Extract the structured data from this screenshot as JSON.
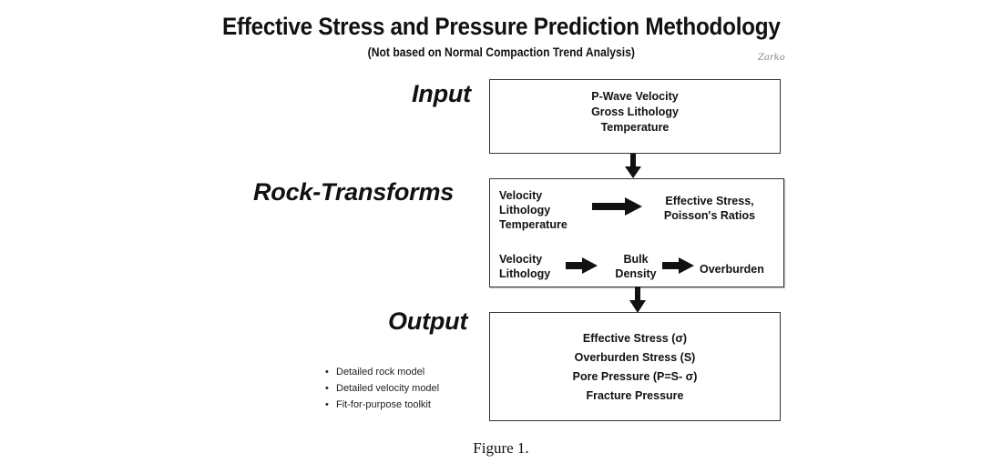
{
  "title": "Effective Stress and Pressure Prediction Methodology",
  "subtitle": "(Not based on Normal Compaction Trend Analysis)",
  "signature": "Zarko",
  "stages": {
    "input": {
      "label": "Input",
      "items": [
        "P-Wave Velocity",
        "Gross Lithology",
        "Temperature"
      ]
    },
    "rock_transforms": {
      "label": "Rock-Transforms",
      "row1": {
        "inputs": [
          "Velocity",
          "Lithology",
          "Temperature"
        ],
        "outputs": [
          "Effective Stress,",
          "Poisson's Ratios"
        ]
      },
      "row2": {
        "inputs": [
          "Velocity",
          "Lithology"
        ],
        "intermediate": [
          "Bulk",
          "Density"
        ],
        "output": "Overburden"
      }
    },
    "output": {
      "label": "Output",
      "items": [
        "Effective Stress (σ)",
        "Overburden Stress (S)",
        "Pore Pressure (P=S- σ)",
        "Fracture Pressure"
      ]
    }
  },
  "notes": [
    "Detailed rock model",
    "Detailed velocity model",
    "Fit-for-purpose toolkit"
  ],
  "caption": "Figure 1."
}
